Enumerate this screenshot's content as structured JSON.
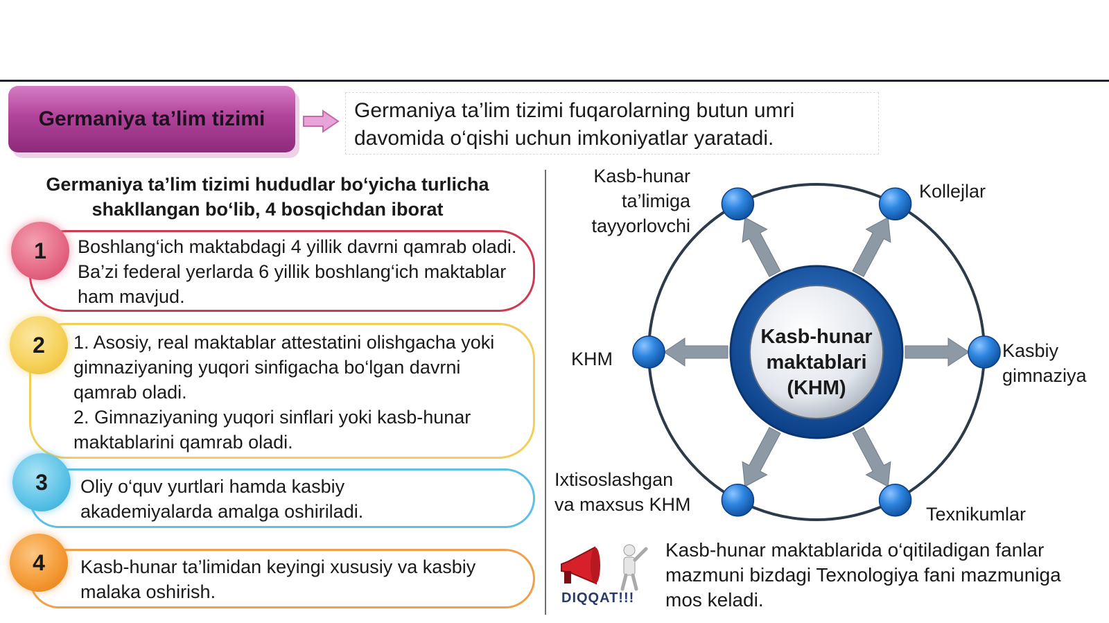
{
  "header": {
    "title": "Germaniya ta’lim tizimi",
    "intro": "Germaniya ta’lim tizimi fuqarolarning butun umri davomida o‘qishi uchun imkoniyatlar yaratadi."
  },
  "left": {
    "subheading": "Germaniya ta’lim tizimi hududlar bo‘yicha turlicha shakllangan bo‘lib, 4 bosqichdan iborat",
    "stages": [
      {
        "number": "1",
        "text": "Boshlang‘ich maktabdagi 4 yillik davrni qamrab oladi. Ba’zi federal yerlarda 6 yillik boshlang‘ich maktablar ham mavjud.",
        "color": "#e0405e"
      },
      {
        "number": "2",
        "text": "1. Asosiy, real maktablar attestatini olishgacha yoki gimnaziyaning yuqori sinfigacha bo‘lgan davrni qamrab oladi.\n2. Gimnaziyaning yuqori sinflari yoki kasb-hunar maktablarini qamrab oladi.",
        "color": "#f2c53a"
      },
      {
        "number": "3",
        "text": "Oliy o‘quv yurtlari hamda kasbiy akademiyalarda amalga oshiriladi.",
        "color": "#3eb2dc"
      },
      {
        "number": "4",
        "text": "Kasb-hunar ta’limidan keyingi xususiy va kasbiy malaka oshirish.",
        "color": "#f0922a"
      }
    ]
  },
  "diagram": {
    "center": "Kasb-hunar maktablari (KHM)",
    "nodes": [
      {
        "label": "Kasb-hunar ta’limiga tayyorlovchi"
      },
      {
        "label": "Kollejlar"
      },
      {
        "label": "KHM"
      },
      {
        "label": "Kasbiy gimnaziya"
      },
      {
        "label": "Ixtisoslashgan va maxsus KHM"
      },
      {
        "label": "Texnikumlar"
      }
    ],
    "node_color": "#1f6fc9",
    "ring_color": "#2d3a4a"
  },
  "note": {
    "icon": "megaphone-icon",
    "icon_label": "DIQQAT!!!",
    "text": "Kasb-hunar maktablarida o‘qitiladigan fanlar mazmuni bizdagi Texnologiya fani mazmuniga mos keladi."
  }
}
